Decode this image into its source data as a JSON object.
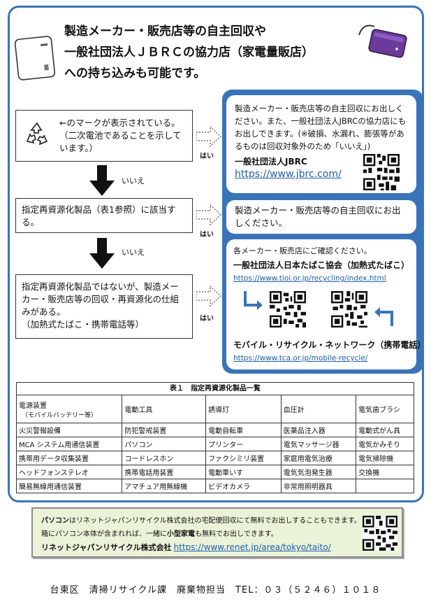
{
  "title": {
    "line1": "製造メーカー・販売店等の自主回収や",
    "line2": "一般社団法人ＪＢＲＣの協力店（家電量販店）",
    "line3": "への持ち込みも可能です。"
  },
  "steps": {
    "step1": {
      "text1": "←のマークが表示されている。",
      "text2": "（二次電池であることを示しています。）"
    },
    "step2": {
      "text": "指定再資源化製品（表1参照）に該当する。"
    },
    "step3": {
      "line1": "指定再資源化製品ではないが、製造メーカー・販売店等の回収・再資源化の仕組みがある。",
      "line2": "（加熱式たばこ・携帯電話等）"
    }
  },
  "labels": {
    "no": "いいえ",
    "yes": "はい"
  },
  "cards": {
    "card1": {
      "text": "製造メーカー・販売店等の自主回収にお出しください。また、一般社団法人JBRCの協力店にもお出しできます。(※破損、水漏れ、膨張等があるものは回収対象外のため「いいえ」)",
      "org": "一般社団法人JBRC",
      "url": "https://www.jbrc.com/"
    },
    "card2": {
      "text": "製造メーカー・販売店等の自主回収にお出しください。"
    },
    "card3": {
      "intro": "各メーカー・販売店にご確認ください。",
      "org1": "一般社団法人日本たばこ協会（加熱式たばこ）",
      "url1": "https://www.tioi.or.jp/recycling/index.html",
      "org2": "モバイル・リサイクル・ネットワーク（携帯電話）",
      "url2": "https://www.tca.or.jp/mobile-recycle/"
    }
  },
  "table": {
    "caption": "表１　指定再資源化製品一覧",
    "head": [
      "電源装置",
      "電動工具",
      "誘導灯",
      "血圧計",
      "電気歯ブラシ"
    ],
    "head_sub": "（モバイルバッテリー等）",
    "rows": [
      [
        "火災警報設備",
        "防犯警戒装置",
        "電動自転車",
        "医薬品注入器",
        "電動式がん具"
      ],
      [
        "MCA システム用通信装置",
        "パソコン",
        "プリンター",
        "電気マッサージ器",
        "電気かみそり"
      ],
      [
        "携帯用データ収集装置",
        "コードレスホン",
        "ファクシミリ装置",
        "家庭用電気治療",
        "電気掃除機"
      ],
      [
        "ヘッドフォンステレオ",
        "携帯電話用装置",
        "電動車いす",
        "電気気泡発生器",
        "交換機"
      ],
      [
        "簡易無線用通信装置",
        "アマチュア用無線機",
        "ビデオカメラ",
        "非常用照明器具",
        ""
      ]
    ]
  },
  "notice": {
    "bold1": "パソコン",
    "line1": "はリネットジャパンリサイクル株式会社の宅配便回収にて無料でお出しすることもできます。",
    "line2a": "箱にパソコン本体が含まれれば、一緒に",
    "line2b": "小型家電",
    "line2c": "も無料でお出しできます。",
    "org": "リネットジャパンリサイクル株式会社",
    "url": "https://www.renet.jp/area/tokyo/taito/"
  },
  "footer": "台東区　清掃リサイクル課　廃棄物担当　TEL：０３（５２４６）１０１８",
  "colors": {
    "frame": "#3a74b8",
    "link": "#1f5fb0",
    "notice_bg": "#eaf3d8"
  }
}
